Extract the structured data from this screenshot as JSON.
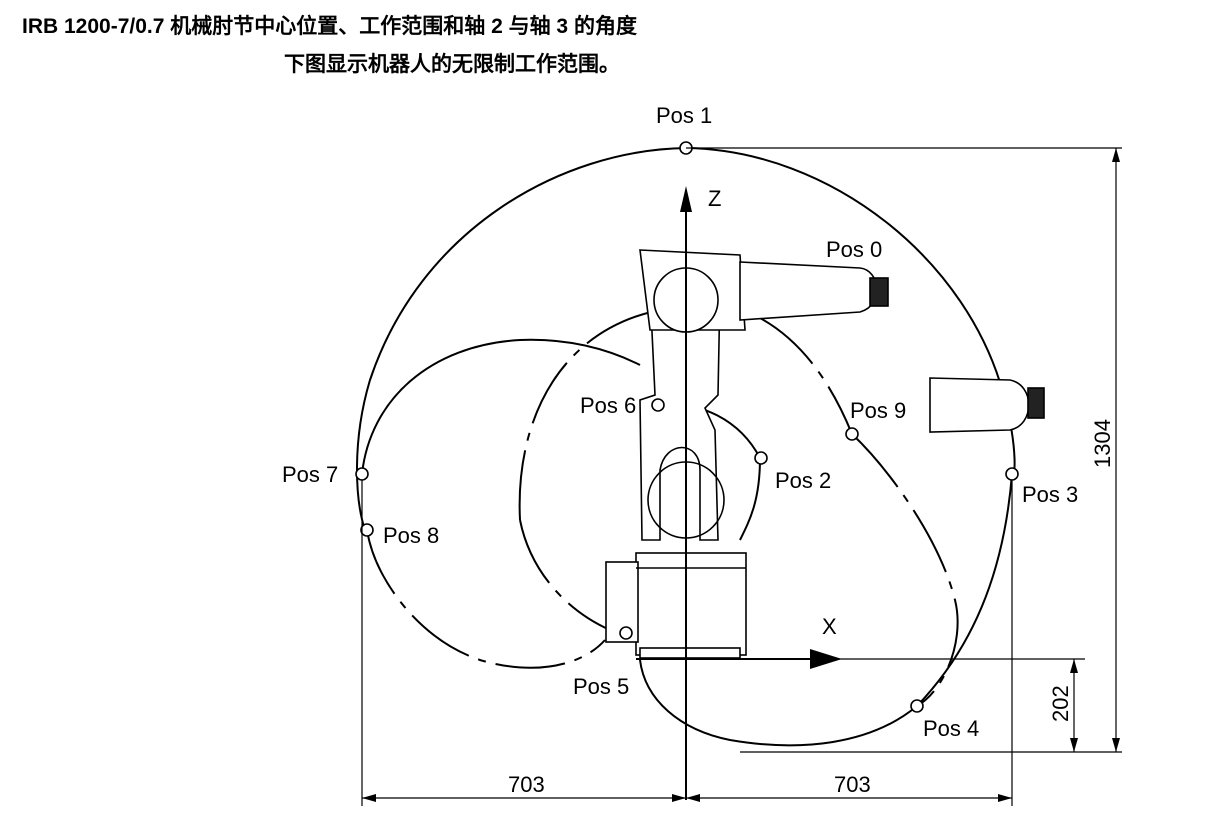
{
  "header": {
    "title": "IRB 1200-7/0.7  机械肘节中心位置、工作范围和轴 2 与轴 3 的角度",
    "subtitle": "下图显示机器人的无限制工作范围。"
  },
  "axes": {
    "z_label": "Z",
    "x_label": "X"
  },
  "positions": [
    {
      "id": "pos0",
      "label": "Pos 0"
    },
    {
      "id": "pos1",
      "label": "Pos 1"
    },
    {
      "id": "pos2",
      "label": "Pos 2"
    },
    {
      "id": "pos3",
      "label": "Pos 3"
    },
    {
      "id": "pos4",
      "label": "Pos 4"
    },
    {
      "id": "pos5",
      "label": "Pos 5"
    },
    {
      "id": "pos6",
      "label": "Pos 6"
    },
    {
      "id": "pos7",
      "label": "Pos 7"
    },
    {
      "id": "pos8",
      "label": "Pos 8"
    },
    {
      "id": "pos9",
      "label": "Pos 9"
    }
  ],
  "dimensions": {
    "height_total": "1304",
    "height_below_base": "202",
    "reach_left": "703",
    "reach_right": "703"
  }
}
